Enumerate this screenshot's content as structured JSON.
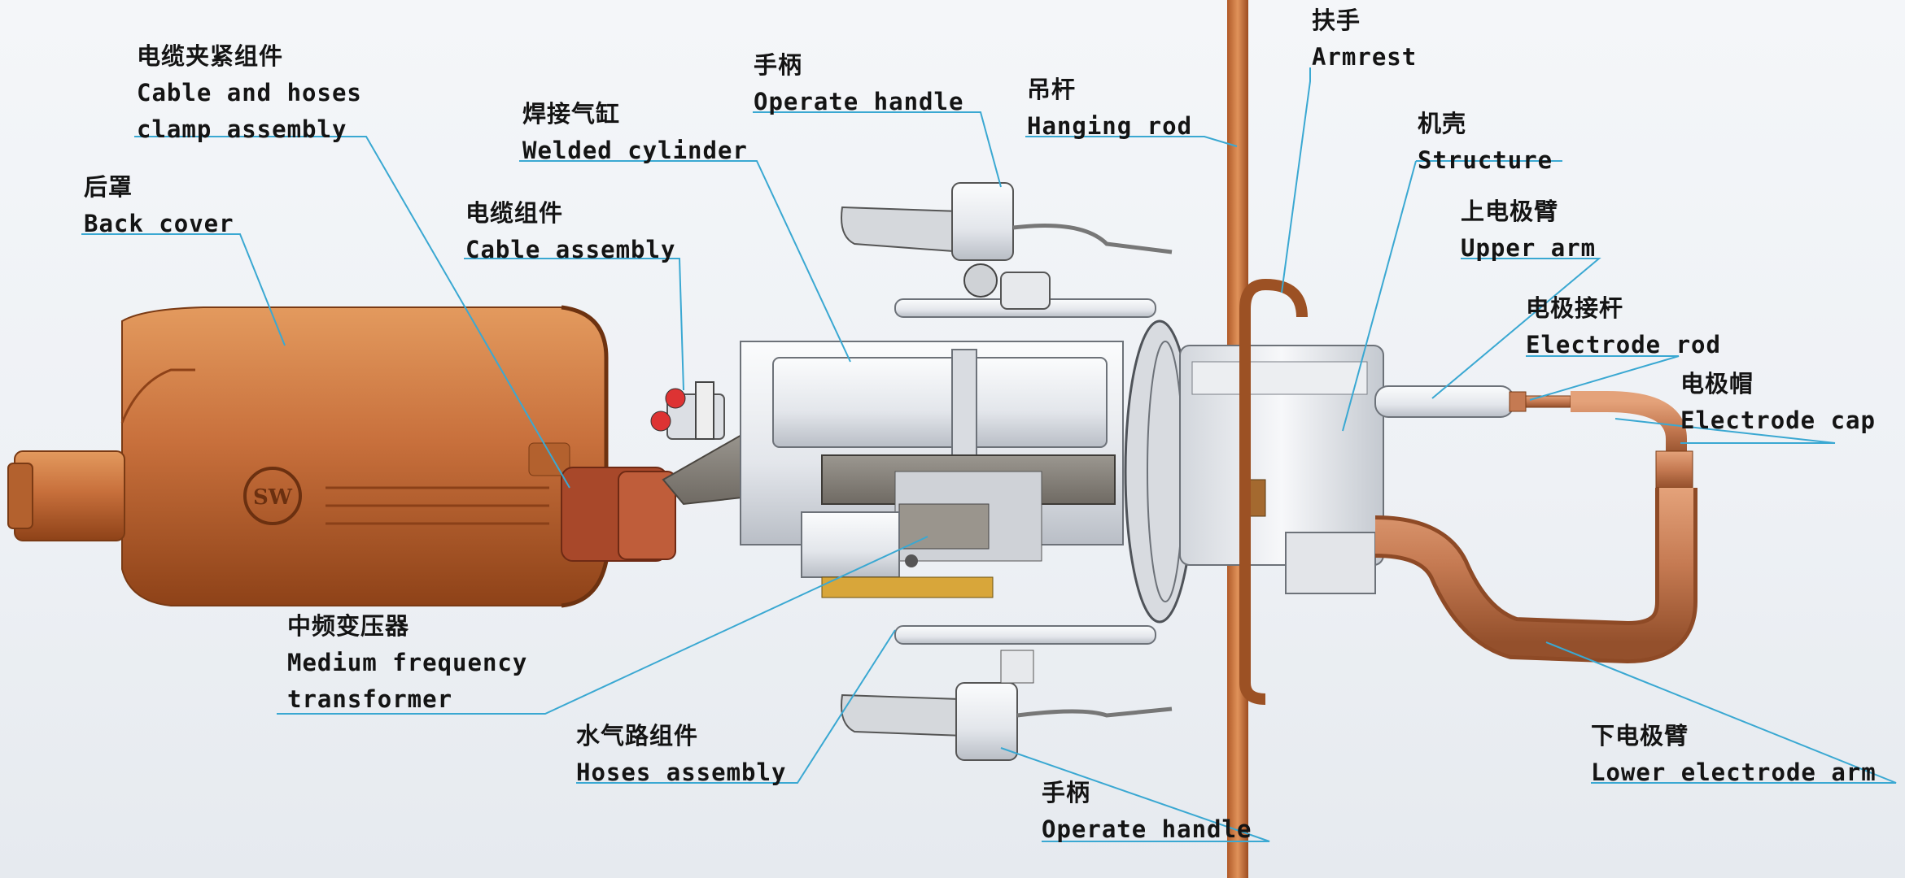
{
  "colors": {
    "leader": "#3aa8d2",
    "copper": "#c8703c",
    "copper_dark": "#8e4218",
    "steel": "#e6e9ee",
    "steel_dark": "#9aa1ab"
  },
  "labels": {
    "cable_clamp": {
      "zh": "电缆夹紧组件",
      "en1": "Cable and hoses",
      "en2": "clamp assembly"
    },
    "back_cover": {
      "zh": "后罩",
      "en": "Back cover"
    },
    "cable_assembly": {
      "zh": "电缆组件",
      "en": "Cable assembly"
    },
    "welded_cyl": {
      "zh": "焊接气缸",
      "en": "Welded cylinder"
    },
    "handle_top": {
      "zh": "手柄",
      "en": "Operate handle"
    },
    "hanging_rod": {
      "zh": "吊杆",
      "en": "Hanging rod"
    },
    "armrest": {
      "zh": "扶手",
      "en": "Armrest"
    },
    "structure": {
      "zh": "机壳",
      "en": "Structure"
    },
    "upper_arm": {
      "zh": "上电极臂",
      "en": "Upper arm"
    },
    "electrode_rod": {
      "zh": "电极接杆",
      "en": "Electrode rod"
    },
    "electrode_cap": {
      "zh": "电极帽",
      "en": "Electrode cap"
    },
    "transformer": {
      "zh": "中频变压器",
      "en1": "Medium frequency",
      "en2": "transformer"
    },
    "hoses": {
      "zh": "水气路组件",
      "en": "Hoses assembly"
    },
    "handle_bottom": {
      "zh": "手柄",
      "en": "Operate handle"
    },
    "lower_arm": {
      "zh": "下电极臂",
      "en": "Lower electrode arm"
    }
  },
  "logo_text": "SW"
}
